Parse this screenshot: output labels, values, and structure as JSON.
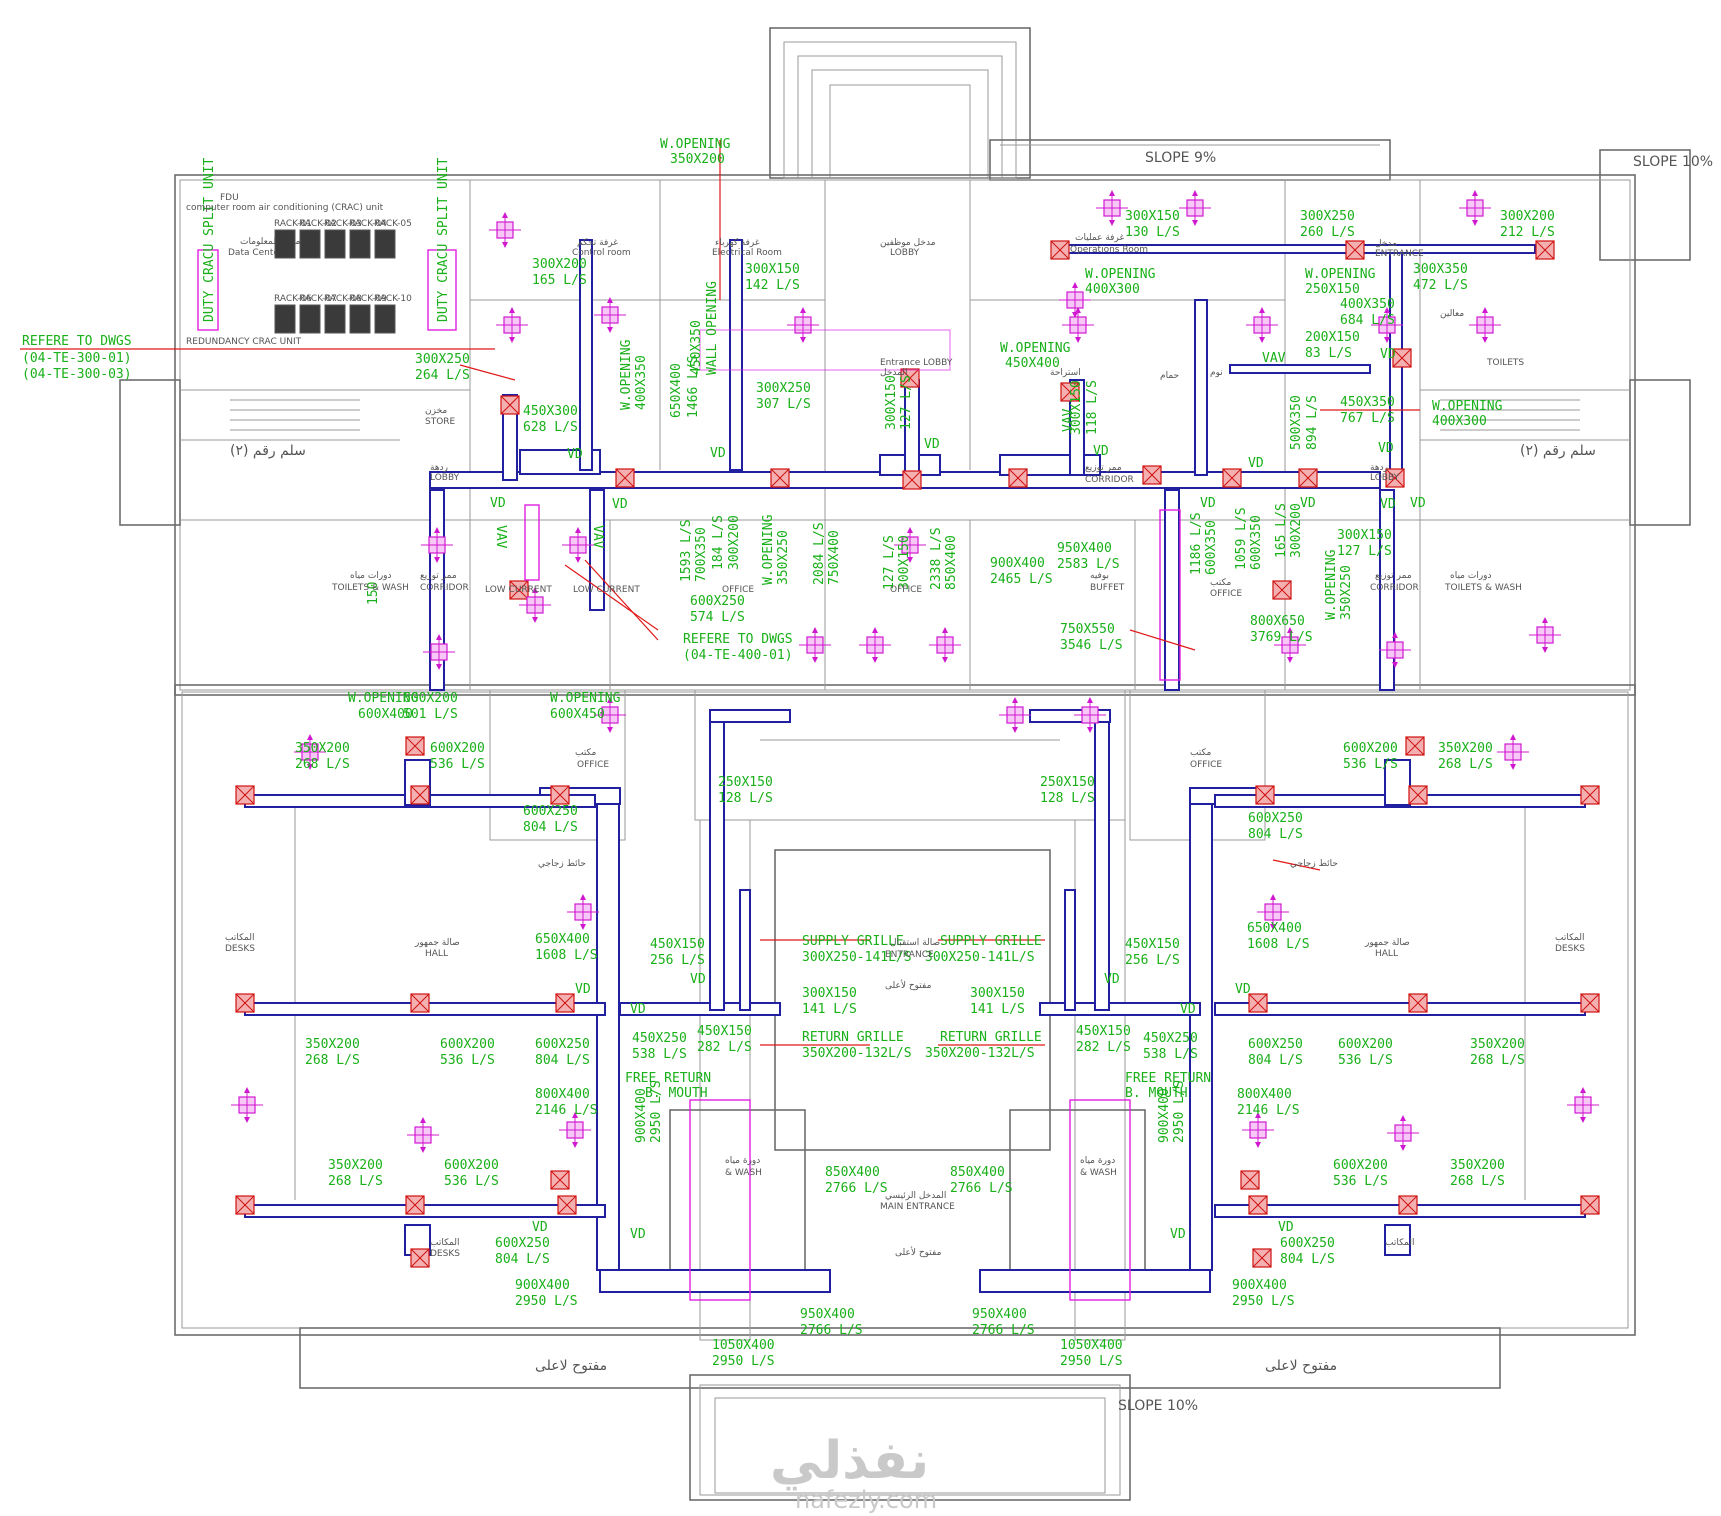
{
  "slopes": {
    "top": "SLOPE 9%",
    "right": "SLOPE 10%",
    "bottom": "SLOPE 10%"
  },
  "refs": {
    "ref1_title": "REFERE TO DWGS",
    "ref1_a": "(04-TE-300-01)",
    "ref1_b": "(04-TE-300-03)",
    "ref2_title": "REFERE TO DWGS",
    "ref2_a": "(04-TE-400-01)"
  },
  "split_units": [
    "DUTY CRACU SPLIT UNIT",
    "DUTY CRACU SPLIT UNIT"
  ],
  "openings": [
    {
      "label": "W.OPENING",
      "size": "350X200"
    },
    {
      "label": "W.OPENING",
      "size": "400X300"
    },
    {
      "label": "W.OPENING",
      "size": "250X150"
    },
    {
      "label": "W.OPENING",
      "size": "450X400"
    },
    {
      "label": "W.OPENING",
      "size": "400X300"
    },
    {
      "label": "W.OPENING",
      "size": "600X400"
    },
    {
      "label": "W.OPENING",
      "size": "600X450"
    }
  ],
  "duct_tags": [
    {
      "size": "300X200",
      "flow": "165 L/S"
    },
    {
      "size": "300X150",
      "flow": "142 L/S"
    },
    {
      "size": "300X250",
      "flow": "264 L/S"
    },
    {
      "size": "450X300",
      "flow": "628 L/S"
    },
    {
      "size": "300X250",
      "flow": "307 L/S"
    },
    {
      "size": "300X150",
      "flow": "130 L/S"
    },
    {
      "size": "300X250",
      "flow": "260 L/S"
    },
    {
      "size": "300X200",
      "flow": "212 L/S"
    },
    {
      "size": "300X350",
      "flow": "472 L/S"
    },
    {
      "size": "400X350",
      "flow": "684 L/S"
    },
    {
      "size": "200X150",
      "flow": "83 L/S"
    },
    {
      "size": "450X350",
      "flow": "767 L/S"
    },
    {
      "size": "300X150",
      "flow": "127 L/S"
    },
    {
      "size": "900X400",
      "flow": "2465 L/S"
    },
    {
      "size": "950X400",
      "flow": "2583 L/S"
    },
    {
      "size": "600X250",
      "flow": "574 L/S"
    },
    {
      "size": "750X550",
      "flow": "3546 L/S"
    },
    {
      "size": "800X650",
      "flow": "3769 L/S"
    },
    {
      "size": "600X200",
      "flow": "501 L/S"
    },
    {
      "size": "350X200",
      "flow": "268 L/S"
    },
    {
      "size": "600X200",
      "flow": "536 L/S"
    },
    {
      "size": "600X200",
      "flow": "536 L/S"
    },
    {
      "size": "350X200",
      "flow": "268 L/S"
    },
    {
      "size": "600X250",
      "flow": "804 L/S"
    },
    {
      "size": "250X150",
      "flow": "128 L/S"
    },
    {
      "size": "250X150",
      "flow": "128 L/S"
    },
    {
      "size": "600X250",
      "flow": "804 L/S"
    },
    {
      "size": "650X400",
      "flow": "1608 L/S"
    },
    {
      "size": "650X400",
      "flow": "1608 L/S"
    },
    {
      "size": "450X150",
      "flow": "256 L/S"
    },
    {
      "size": "450X150",
      "flow": "256 L/S"
    },
    {
      "size": "300X150",
      "flow": "141 L/S"
    },
    {
      "size": "300X150",
      "flow": "141 L/S"
    },
    {
      "size": "350X200",
      "flow": "268 L/S"
    },
    {
      "size": "600X200",
      "flow": "536 L/S"
    },
    {
      "size": "600X250",
      "flow": "804 L/S"
    },
    {
      "size": "450X250",
      "flow": "538 L/S"
    },
    {
      "size": "450X150",
      "flow": "282 L/S"
    },
    {
      "size": "450X150",
      "flow": "282 L/S"
    },
    {
      "size": "450X250",
      "flow": "538 L/S"
    },
    {
      "size": "600X250",
      "flow": "804 L/S"
    },
    {
      "size": "600X200",
      "flow": "536 L/S"
    },
    {
      "size": "350X200",
      "flow": "268 L/S"
    },
    {
      "size": "800X400",
      "flow": "2146 L/S"
    },
    {
      "size": "800X400",
      "flow": "2146 L/S"
    },
    {
      "size": "350X200",
      "flow": "268 L/S"
    },
    {
      "size": "600X200",
      "flow": "536 L/S"
    },
    {
      "size": "850X400",
      "flow": "2766 L/S"
    },
    {
      "size": "850X400",
      "flow": "2766 L/S"
    },
    {
      "size": "600X200",
      "flow": "536 L/S"
    },
    {
      "size": "350X200",
      "flow": "268 L/S"
    },
    {
      "size": "600X250",
      "flow": "804 L/S"
    },
    {
      "size": "600X250",
      "flow": "804 L/S"
    },
    {
      "size": "900X400",
      "flow": "2950 L/S"
    },
    {
      "size": "900X400",
      "flow": "2950 L/S"
    },
    {
      "size": "950X400",
      "flow": "2766 L/S"
    },
    {
      "size": "950X400",
      "flow": "2766 L/S"
    },
    {
      "size": "1050X400",
      "flow": "2950 L/S"
    },
    {
      "size": "1050X400",
      "flow": "2950 L/S"
    }
  ],
  "grilles": {
    "supply_left": "SUPPLY GRILLE",
    "supply_left_val": "300X250-141L/S",
    "supply_right": "SUPPLY GRILLE",
    "supply_right_val": "300X250-141L/S",
    "return_left": "RETURN GRILLE",
    "return_left_val": "350X200-132L/S",
    "return_right": "RETURN GRILLE",
    "return_right_val": "350X200-132L/S",
    "free_left_a": "FREE RETURN",
    "free_left_b": "B. MOUTH",
    "free_right_a": "FREE RETURN",
    "free_right_b": "B. MOUTH"
  },
  "vertical_tags": [
    "650X400",
    "1466 L/S",
    "450X350",
    "WALL OPENING",
    "W.OPENING",
    "400X350",
    "300X150",
    "127 L/S",
    "300X150",
    "118 L/S",
    "500X350",
    "894 L/S",
    "1593 L/S",
    "700X350",
    "184 L/S",
    "300X200",
    "W.OPENING",
    "350X250",
    "2084 L/S",
    "750X400",
    "127 L/S",
    "300X150",
    "2338 L/S",
    "850X400",
    "1186 L/S",
    "600X350",
    "1059 L/S",
    "600X350",
    "165 L/S",
    "300X200",
    "W.OPENING",
    "350X250",
    "900X400",
    "2950 L/S",
    "900X400",
    "2950 L/S",
    "150"
  ],
  "vd_label": "VD",
  "vav_label": "VAV",
  "rooms": {
    "data_center": "Data Center",
    "data_center_ar": "مركز المعلومات",
    "crac": "computer room air conditioning (CRAC) unit",
    "racks": [
      "RACK-01",
      "RACK-02",
      "RACK-03",
      "RACK-04",
      "RACK-05",
      "RACK-06",
      "RACK-07",
      "RACK-08",
      "RACK-09",
      "RACK-10"
    ],
    "fdu": "FDU",
    "redundancy": "REDUNDANCY CRAC UNIT",
    "control": "غرفة تحكم",
    "control_en": "Control room",
    "elec": "غرفة كهرباء",
    "elec_en": "Electrical Room",
    "lobby_top": "مدخل موظفين",
    "lobby_top_en": "LOBBY",
    "ops": "غرفة عمليات",
    "ops_en": "Operations Room",
    "entrance_top": "مدخل",
    "entrance_top_en": "ENTRANCE",
    "store": "مخزن",
    "store_en": "STORE",
    "lobby_l": "ردهة",
    "lobby_l_en": "LOBBY",
    "lobby_r": "ردهة",
    "lobby_r_en": "LOBBY",
    "stair_l": "سلم رقم (٢)",
    "stair_r": "سلم رقم (٢)",
    "corridor_l": "ممر توزيع",
    "corridor_l_en": "CORRIDOR",
    "corridor_c": "ممر توزيع",
    "corridor_c_en": "CORRIDOR",
    "corridor_r": "ممر توزيع",
    "corridor_r_en": "CORRIDOR",
    "toilets_l": "دورات مياه",
    "toilets_l_en": "TOILETS & WASH",
    "toilets_r": "دورات مياه",
    "toilets_r_en": "TOILETS & WASH",
    "low_current": "LOW CURRENT",
    "office": "مكتب",
    "office_en": "OFFICE",
    "buffet": "بوفيه",
    "buffet_en": "BUFFET",
    "rest": "استراحة",
    "sleep": "نوم",
    "bath": "حمام",
    "entrance_lobby": "Entrance LOBBY",
    "entrance_lobby_ar": "المدخل",
    "glass_wall": "حائط زجاجي",
    "desks": "المكاتب",
    "desks_en": "DESKS",
    "hall": "صالة جمهور",
    "hall_en": "HALL",
    "reception": "صالة استقبال",
    "reception_en": "ENTRANCE",
    "open_top": "مفتوح لأعلى",
    "main_entrance": "المدخل الرئيسي",
    "main_entrance_en": "MAIN ENTRANCE",
    "wc": "دورة مياه",
    "wc_en": "& WASH",
    "toilets_top": "TOILETS",
    "pantry": "معالين",
    "open_bottom_l": "مفتوح لاعلى",
    "open_bottom_r": "مفتوح لاعلى"
  },
  "watermark": {
    "arabic": "نفذلي",
    "latin": "nafezly.com"
  }
}
